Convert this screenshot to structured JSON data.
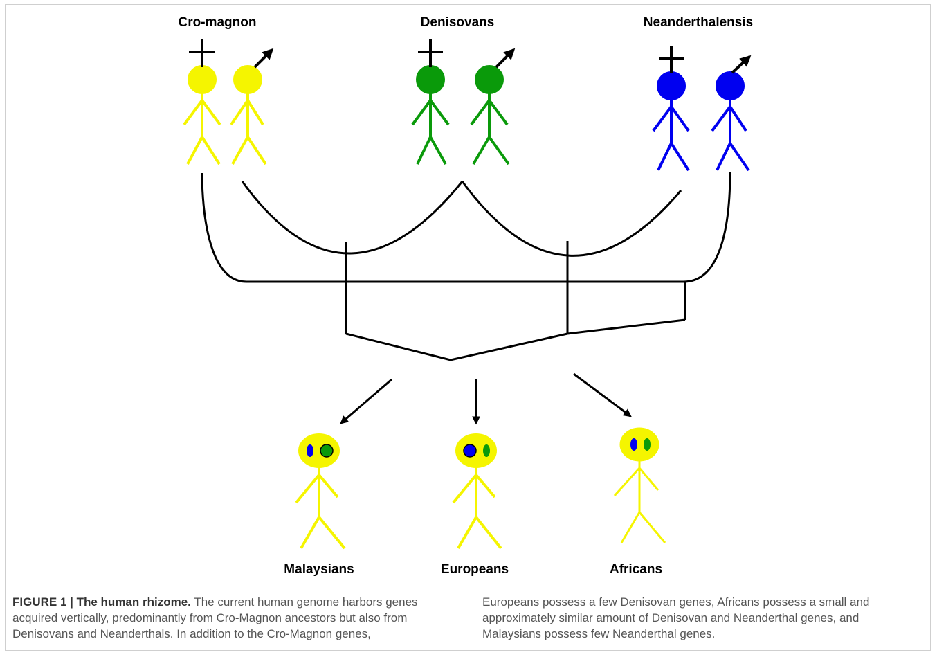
{
  "groups": {
    "cromagnon": "Cro-magnon",
    "denisovans": "Denisovans",
    "neanderthalensis": "Neanderthalensis"
  },
  "populations": {
    "malaysians": "Malaysians",
    "europeans": "Europeans",
    "africans": "Africans"
  },
  "colors": {
    "cromagnon": "#f5f500",
    "denisovan": "#0a9a0a",
    "neanderthal": "#0000f0",
    "lines": "#000000"
  },
  "caption": {
    "figure_label": "FIGURE 1 | The human rhizome.",
    "left": [
      "The current human genome harbors genes",
      "acquired vertically, predominantly from Cro-Magnon ancestors but also from",
      "Denisovans and Neanderthals. In addition to the Cro-Magnon genes,"
    ],
    "right": [
      "Europeans possess a few Denisovan genes, Africans possess a small and",
      "approximately similar amount of Denisovan and Neanderthal genes, and",
      "Malaysians possess few Neanderthal genes."
    ]
  }
}
